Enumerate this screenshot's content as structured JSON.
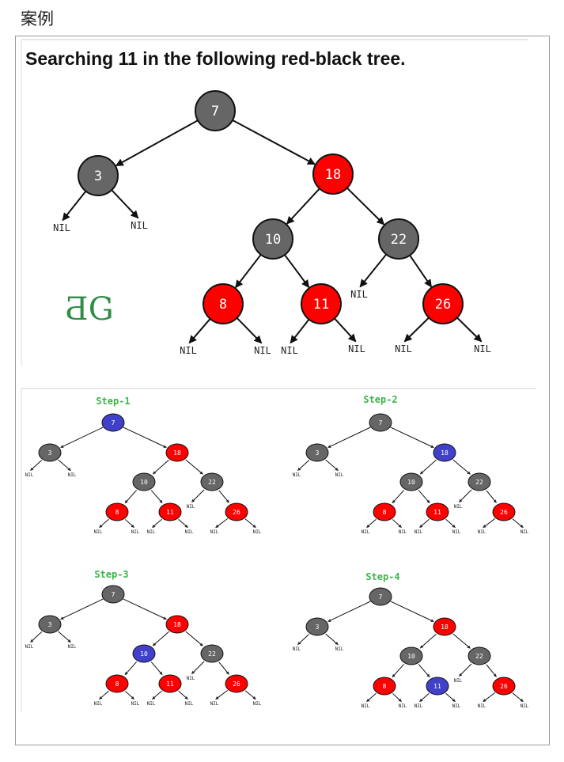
{
  "heading": "案例",
  "figure": {
    "title": "Searching 11 in the following red-black tree.",
    "logo_text": "GG",
    "nil_label": "NIL",
    "colors": {
      "black": "#666666",
      "red": "#ff0000",
      "highlight": "#4040c8",
      "step_title": "#3cb44b",
      "logo": "#2f8d46"
    },
    "nodes": [
      {
        "value": "7",
        "color": "black"
      },
      {
        "value": "3",
        "color": "black"
      },
      {
        "value": "18",
        "color": "red"
      },
      {
        "value": "10",
        "color": "black"
      },
      {
        "value": "22",
        "color": "black"
      },
      {
        "value": "8",
        "color": "red"
      },
      {
        "value": "11",
        "color": "red"
      },
      {
        "value": "26",
        "color": "red"
      }
    ],
    "steps": [
      {
        "label": "Step-1",
        "highlight": "7"
      },
      {
        "label": "Step-2",
        "highlight": "18"
      },
      {
        "label": "Step-3",
        "highlight": "10"
      },
      {
        "label": "Step-4",
        "highlight": "11"
      }
    ]
  }
}
